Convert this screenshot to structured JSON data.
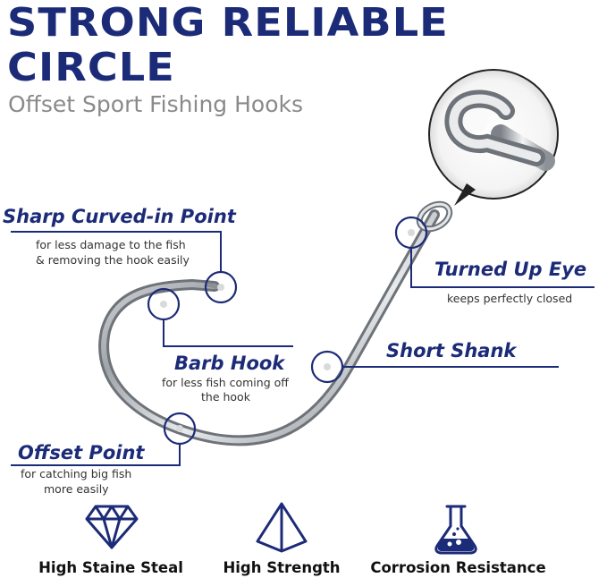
{
  "header": {
    "title_line1": "STRONG RELIABLE",
    "title_line2": "CIRCLE",
    "subtitle": "Offset Sport Fishing Hooks"
  },
  "callouts": {
    "sharp_point": {
      "title": "Sharp Curved-in Point",
      "desc_line1": "for less damage to the fish",
      "desc_line2": "& removing the hook easily"
    },
    "turned_up_eye": {
      "title": "Turned Up Eye",
      "desc_line1": "keeps perfectly closed"
    },
    "barb_hook": {
      "title": "Barb Hook",
      "desc_line1": "for less fish coming off",
      "desc_line2": "the hook"
    },
    "short_shank": {
      "title": "Short Shank"
    },
    "offset_point": {
      "title": "Offset Point",
      "desc_line1": "for catching big fish",
      "desc_line2": "more easily"
    }
  },
  "features": [
    {
      "label": "High Staine Steal",
      "icon": "diamond-icon"
    },
    {
      "label": "High Strength",
      "icon": "pyramid-icon"
    },
    {
      "label": "Corrosion Resistance",
      "icon": "flask-icon"
    }
  ],
  "colors": {
    "accent": "#1c2b78",
    "subtitle": "#8a8a8a",
    "steel": "#c0c4c8"
  }
}
